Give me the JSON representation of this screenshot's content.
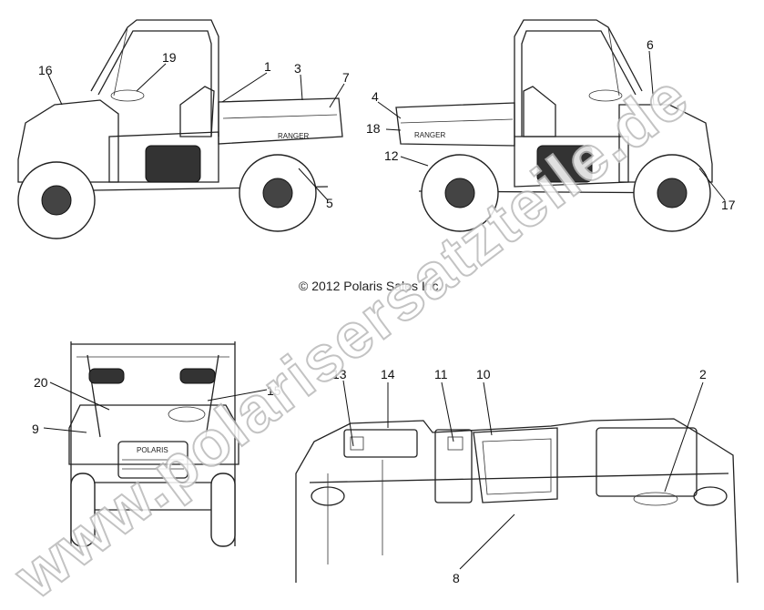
{
  "copyright": "© 2012 Polaris Sales Inc.",
  "watermark": "www.polarisersatzteile.de",
  "vehicle_text": {
    "ranger": "RANGER",
    "polaris": "POLARIS"
  },
  "callouts": {
    "c1": "1",
    "c2": "2",
    "c3": "3",
    "c4": "4",
    "c5": "5",
    "c6": "6",
    "c7": "7",
    "c8": "8",
    "c9": "9",
    "c10": "10",
    "c11": "11",
    "c12": "12",
    "c13": "13",
    "c14": "14",
    "c15": "15",
    "c16": "16",
    "c17": "17",
    "c18": "18",
    "c19": "19",
    "c20": "20"
  },
  "colors": {
    "line": "#222222",
    "watermark_stroke": "#b9b9b9",
    "background": "#ffffff"
  }
}
